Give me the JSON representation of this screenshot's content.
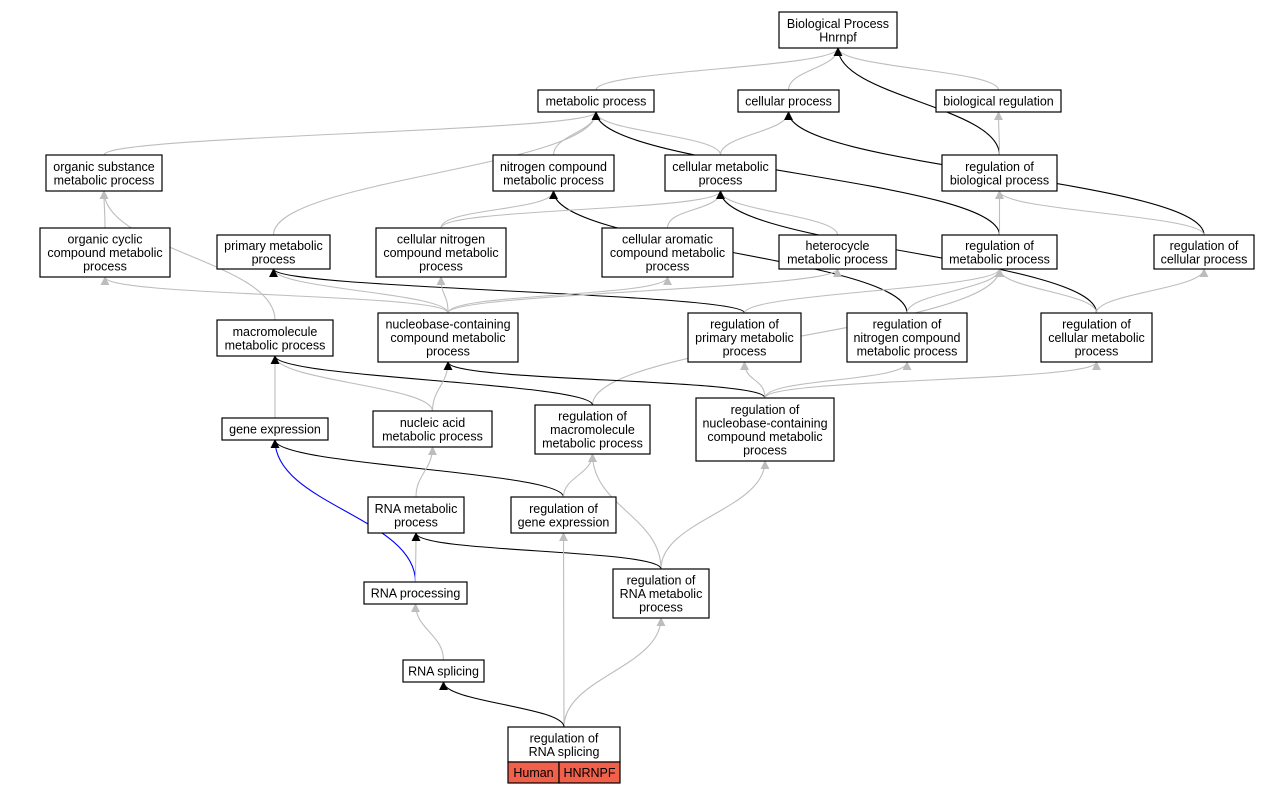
{
  "colors": {
    "grey_edge": "#bdbdbd",
    "black_edge": "#000000",
    "blue_edge": "#0000ff",
    "gene_box": "#f0604a"
  },
  "nodes": [
    {
      "id": "bp",
      "label": [
        "Biological Process",
        "Hnrnpf"
      ]
    },
    {
      "id": "metabolic",
      "label": [
        "metabolic process"
      ]
    },
    {
      "id": "cellular",
      "label": [
        "cellular process"
      ]
    },
    {
      "id": "bioreg",
      "label": [
        "biological regulation"
      ]
    },
    {
      "id": "orgsub",
      "label": [
        "organic substance",
        "metabolic process"
      ]
    },
    {
      "id": "nitrogen",
      "label": [
        "nitrogen compound",
        "metabolic process"
      ]
    },
    {
      "id": "cellmet",
      "label": [
        "cellular metabolic",
        "process"
      ]
    },
    {
      "id": "regbio",
      "label": [
        "regulation of",
        "biological process"
      ]
    },
    {
      "id": "orgcyc",
      "label": [
        "organic cyclic",
        "compound metabolic",
        "process"
      ]
    },
    {
      "id": "primary",
      "label": [
        "primary metabolic",
        "process"
      ]
    },
    {
      "id": "cellnit",
      "label": [
        "cellular nitrogen",
        "compound metabolic",
        "process"
      ]
    },
    {
      "id": "cellarom",
      "label": [
        "cellular aromatic",
        "compound metabolic",
        "process"
      ]
    },
    {
      "id": "hetero",
      "label": [
        "heterocycle",
        "metabolic process"
      ]
    },
    {
      "id": "regmet",
      "label": [
        "regulation of",
        "metabolic process"
      ]
    },
    {
      "id": "regcell",
      "label": [
        "regulation of",
        "cellular process"
      ]
    },
    {
      "id": "macro",
      "label": [
        "macromolecule",
        "metabolic process"
      ]
    },
    {
      "id": "nucleo",
      "label": [
        "nucleobase-containing",
        "compound metabolic",
        "process"
      ]
    },
    {
      "id": "regprim",
      "label": [
        "regulation of",
        "primary metabolic",
        "process"
      ]
    },
    {
      "id": "regnit",
      "label": [
        "regulation of",
        "nitrogen compound",
        "metabolic process"
      ]
    },
    {
      "id": "regcellmet",
      "label": [
        "regulation of",
        "cellular metabolic",
        "process"
      ]
    },
    {
      "id": "geneexp",
      "label": [
        "gene expression"
      ]
    },
    {
      "id": "nucacid",
      "label": [
        "nucleic acid",
        "metabolic process"
      ]
    },
    {
      "id": "regmacro",
      "label": [
        "regulation of",
        "macromolecule",
        "metabolic process"
      ]
    },
    {
      "id": "regnucleo",
      "label": [
        "regulation of",
        "nucleobase-containing",
        "compound metabolic",
        "process"
      ]
    },
    {
      "id": "rnamet",
      "label": [
        "RNA metabolic",
        "process"
      ]
    },
    {
      "id": "reggene",
      "label": [
        "regulation of",
        "gene expression"
      ]
    },
    {
      "id": "rnaproc",
      "label": [
        "RNA processing"
      ]
    },
    {
      "id": "regrnamet",
      "label": [
        "regulation of",
        "RNA metabolic",
        "process"
      ]
    },
    {
      "id": "splicing",
      "label": [
        "RNA splicing"
      ]
    },
    {
      "id": "regsplice",
      "label": [
        "regulation of",
        "RNA splicing"
      ]
    }
  ],
  "gene_annotation": {
    "species": "Human",
    "gene": "HNRNPF"
  },
  "edges": [
    {
      "from": "metabolic",
      "to": "bp",
      "type": "grey"
    },
    {
      "from": "cellular",
      "to": "bp",
      "type": "grey"
    },
    {
      "from": "bioreg",
      "to": "bp",
      "type": "grey"
    },
    {
      "from": "regbio",
      "to": "bp",
      "type": "black"
    },
    {
      "from": "orgsub",
      "to": "metabolic",
      "type": "grey"
    },
    {
      "from": "nitrogen",
      "to": "metabolic",
      "type": "grey"
    },
    {
      "from": "cellmet",
      "to": "metabolic",
      "type": "grey"
    },
    {
      "from": "primary",
      "to": "metabolic",
      "type": "grey"
    },
    {
      "from": "regmet",
      "to": "metabolic",
      "type": "black"
    },
    {
      "from": "cellmet",
      "to": "cellular",
      "type": "grey"
    },
    {
      "from": "regcell",
      "to": "cellular",
      "type": "black"
    },
    {
      "from": "regbio",
      "to": "bioreg",
      "type": "grey"
    },
    {
      "from": "orgcyc",
      "to": "orgsub",
      "type": "grey"
    },
    {
      "from": "macro",
      "to": "orgsub",
      "type": "grey"
    },
    {
      "from": "cellnit",
      "to": "nitrogen",
      "type": "grey"
    },
    {
      "from": "regnit",
      "to": "nitrogen",
      "type": "black"
    },
    {
      "from": "cellnit",
      "to": "cellmet",
      "type": "grey"
    },
    {
      "from": "cellarom",
      "to": "cellmet",
      "type": "grey"
    },
    {
      "from": "hetero",
      "to": "cellmet",
      "type": "grey"
    },
    {
      "from": "regcellmet",
      "to": "cellmet",
      "type": "black"
    },
    {
      "from": "regmet",
      "to": "regbio",
      "type": "grey"
    },
    {
      "from": "regcell",
      "to": "regbio",
      "type": "grey"
    },
    {
      "from": "nucleo",
      "to": "orgcyc",
      "type": "grey"
    },
    {
      "from": "nucleo",
      "to": "primary",
      "type": "grey"
    },
    {
      "from": "regprim",
      "to": "primary",
      "type": "black"
    },
    {
      "from": "nucleo",
      "to": "cellnit",
      "type": "grey"
    },
    {
      "from": "nucleo",
      "to": "cellarom",
      "type": "grey"
    },
    {
      "from": "nucleo",
      "to": "hetero",
      "type": "grey"
    },
    {
      "from": "regprim",
      "to": "regmet",
      "type": "grey"
    },
    {
      "from": "regnit",
      "to": "regmet",
      "type": "grey"
    },
    {
      "from": "regcellmet",
      "to": "regmet",
      "type": "grey"
    },
    {
      "from": "regmacro",
      "to": "regmet",
      "type": "grey"
    },
    {
      "from": "regcellmet",
      "to": "regcell",
      "type": "grey"
    },
    {
      "from": "geneexp",
      "to": "macro",
      "type": "grey"
    },
    {
      "from": "nucacid",
      "to": "macro",
      "type": "grey"
    },
    {
      "from": "regmacro",
      "to": "macro",
      "type": "black"
    },
    {
      "from": "nucacid",
      "to": "nucleo",
      "type": "grey"
    },
    {
      "from": "regnucleo",
      "to": "nucleo",
      "type": "black"
    },
    {
      "from": "regnucleo",
      "to": "regprim",
      "type": "grey"
    },
    {
      "from": "regnucleo",
      "to": "regnit",
      "type": "grey"
    },
    {
      "from": "regnucleo",
      "to": "regcellmet",
      "type": "grey"
    },
    {
      "from": "rnaproc",
      "to": "geneexp",
      "type": "blue"
    },
    {
      "from": "reggene",
      "to": "geneexp",
      "type": "black"
    },
    {
      "from": "rnamet",
      "to": "nucacid",
      "type": "grey"
    },
    {
      "from": "reggene",
      "to": "regmacro",
      "type": "grey"
    },
    {
      "from": "regrnamet",
      "to": "regmacro",
      "type": "grey"
    },
    {
      "from": "regrnamet",
      "to": "regnucleo",
      "type": "grey"
    },
    {
      "from": "rnaproc",
      "to": "rnamet",
      "type": "grey"
    },
    {
      "from": "regrnamet",
      "to": "rnamet",
      "type": "black"
    },
    {
      "from": "regsplice",
      "to": "reggene",
      "type": "grey"
    },
    {
      "from": "splicing",
      "to": "rnaproc",
      "type": "grey"
    },
    {
      "from": "regsplice",
      "to": "regrnamet",
      "type": "grey"
    },
    {
      "from": "regsplice",
      "to": "splicing",
      "type": "black"
    }
  ]
}
